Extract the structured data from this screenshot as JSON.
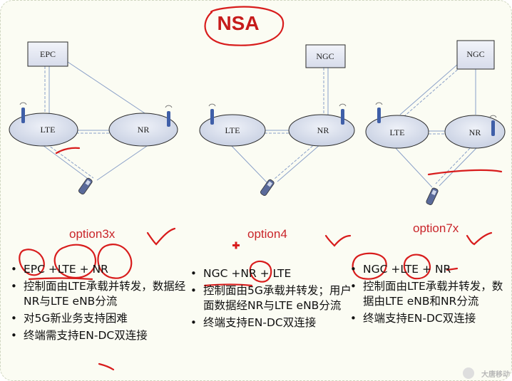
{
  "title": "NSA",
  "diagrams": [
    {
      "core": "EPC",
      "enb": "LTE",
      "gnb": "NR"
    },
    {
      "core": "NGC",
      "enb": "LTE",
      "gnb": "NR"
    },
    {
      "core": "NGC",
      "enb": "LTE",
      "gnb": "NR"
    }
  ],
  "options": [
    {
      "name": "option3x",
      "bullets": [
        "EPC +LTE + NR",
        "控制面由LTE承载并转发，数据经NR与LTE eNB分流",
        "对5G新业务支持困难",
        "终端需支持EN-DC双连接"
      ]
    },
    {
      "name": "option4",
      "bullets": [
        "NGC +NR + LTE",
        "控制面由5G承载并转发；用户面数据经NR与LTE eNB分流",
        "终端支持EN-DC双连接"
      ]
    },
    {
      "name": "option7x",
      "bullets": [
        "NGC +LTE + NR",
        "控制面由LTE承载并转发，数据由LTE eNB和NR分流",
        "终端支持EN-DC双连接"
      ]
    }
  ],
  "watermark": "大唐移动",
  "colors": {
    "title": "#c61b1b",
    "option": "#c9252a",
    "annotation": "#d81c1c",
    "node_fill": "#dde3ef",
    "node_stroke": "#2a2a2a",
    "link": "#8aa0c8"
  }
}
